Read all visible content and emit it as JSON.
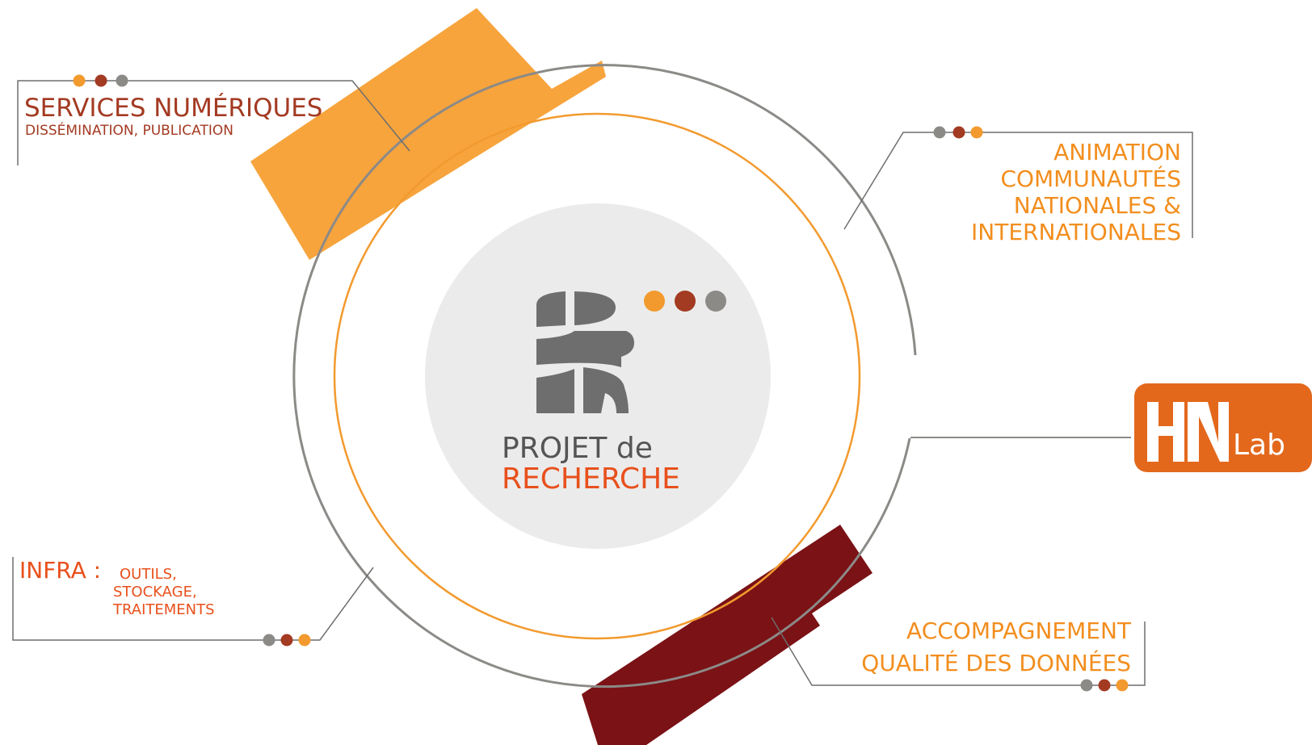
{
  "colors": {
    "orange": "#F7A43D",
    "label_orange": "#F28E1E",
    "dark_red": "#7A1216",
    "rust": "#A33A22",
    "gray": "#8C8A87",
    "dark_gray": "#6E6E6E",
    "center_red": "#E8501C",
    "infra_red": "#E8501C",
    "light_gray": "#EBEBEB"
  },
  "center": {
    "title_line1": "PROJET",
    "title_line1_suffix": "de",
    "title_line2": "RECHERCHE",
    "logo_icon": "database-icon"
  },
  "services": {
    "title": "SERVICES NUMÉRIQUES",
    "subtitle": "DISSÉMINATION, PUBLICATION"
  },
  "animation": {
    "lines": [
      "ANIMATION",
      "COMMUNAUTÉS",
      "NATIONALES &",
      "INTERNATIONALES"
    ]
  },
  "infra": {
    "title": "INFRA :",
    "lines": [
      "OUTILS,",
      "STOCKAGE,",
      "TRAITEMENTS"
    ]
  },
  "accompagnement": {
    "lines": [
      "ACCOMPAGNEMENT",
      "QUALITÉ DES DONNÉES"
    ]
  },
  "logo": {
    "brand": "HN",
    "suffix": "Lab"
  }
}
